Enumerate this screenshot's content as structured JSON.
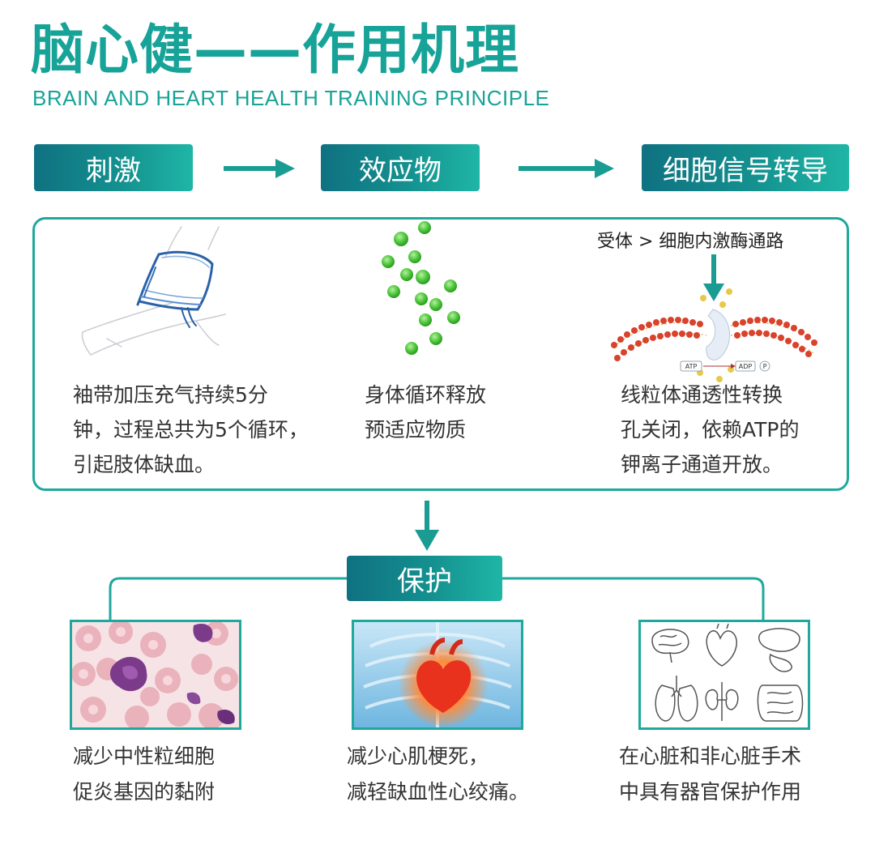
{
  "header": {
    "title": "脑心健——作用机理",
    "subtitle": "BRAIN AND HEART HEALTH TRAINING PRINCIPLE"
  },
  "flow": {
    "steps": [
      "刺激",
      "效应物",
      "细胞信号转导"
    ]
  },
  "stimulus": {
    "lines": [
      "袖带加压充气持续5分",
      "钟，过程总共为5个循环，",
      "引起肢体缺血。"
    ]
  },
  "effector": {
    "lines": [
      "身体循环释放",
      "预适应物质"
    ]
  },
  "signal": {
    "receptor_label": "受体 > 细胞内激酶通路",
    "atp_label": "ATP",
    "adp_label": "ADP",
    "p_label": "P",
    "lines": [
      "线粒体通透性转换",
      "孔关闭，依赖ATP的",
      "钾离子通道开放。"
    ]
  },
  "protection": {
    "label": "保护",
    "items": [
      {
        "lines": [
          "减少中性粒细胞",
          "促炎基因的黏附"
        ]
      },
      {
        "lines": [
          "减少心肌梗死，",
          "减轻缺血性心绞痛。"
        ]
      },
      {
        "lines": [
          "在心脏和非心脏手术",
          "中具有器官保护作用"
        ]
      }
    ]
  },
  "colors": {
    "teal": "#1fa89c",
    "teal_dark": "#0f7181",
    "title": "#17a398"
  }
}
